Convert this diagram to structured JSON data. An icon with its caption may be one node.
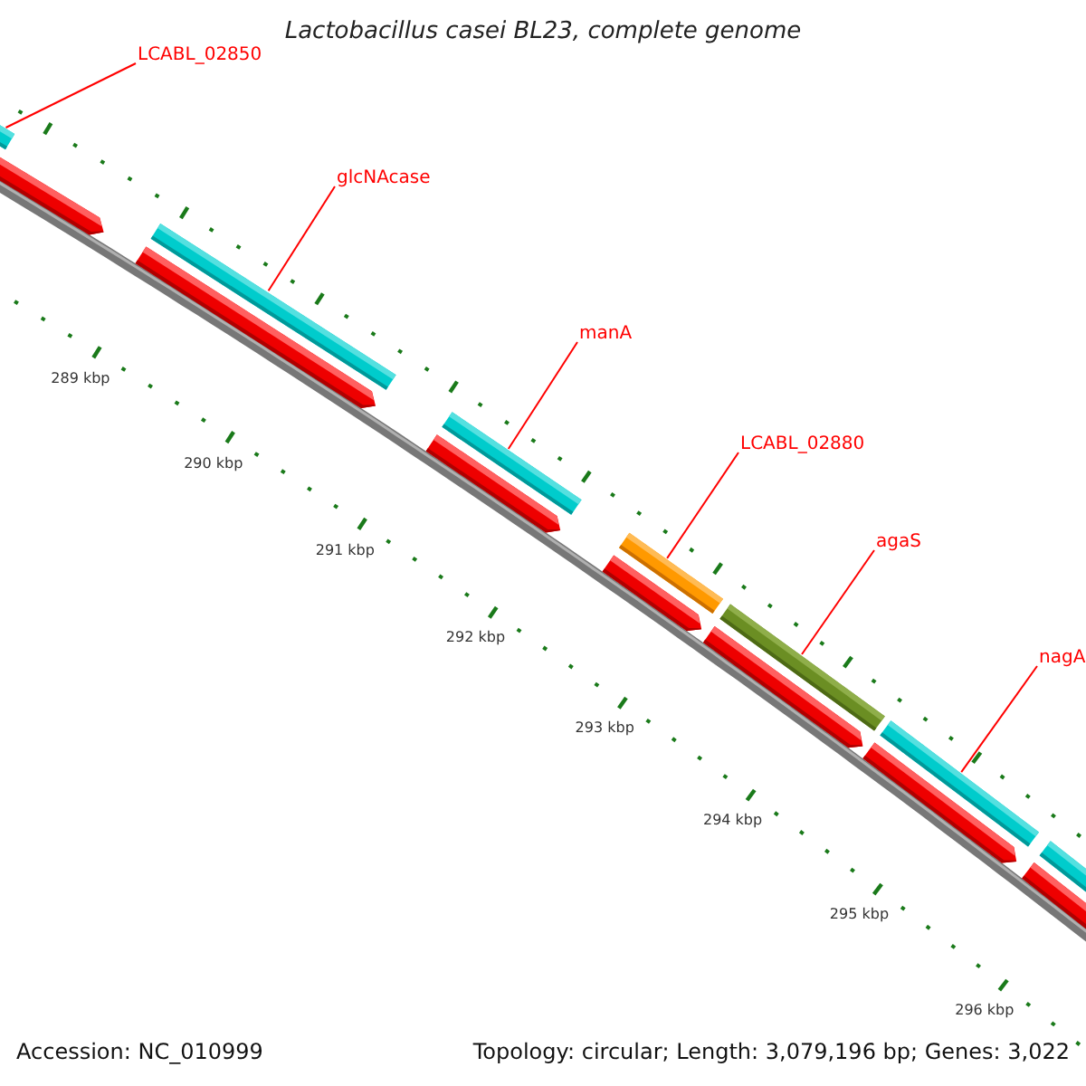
{
  "diagram": {
    "title": "Lactobacillus casei BL23, complete genome",
    "nodes": [
      {
        "text": [
          "LCABL_02850"
        ]
      },
      {
        "text": [],
        "shape": "bar"
      },
      {
        "text": [
          "glcNAcase"
        ]
      },
      {
        "text": [],
        "shape": "bar"
      },
      {
        "text": [
          "manA"
        ]
      },
      {
        "text": [],
        "shape": "bar"
      },
      {
        "text": [
          "LCABL_02880"
        ]
      },
      {
        "text": [],
        "shape": "bar"
      },
      {
        "text": [
          "agaS"
        ]
      },
      {
        "text": [],
        "shape": "bar"
      },
      {
        "text": [
          "nagA"
        ]
      },
      {
        "text": [],
        "shape": "bar"
      }
    ],
    "edges": [
      {
        "from": 0,
        "to": 1,
        "arrow": "none"
      },
      {
        "from": 2,
        "to": 3,
        "arrow": "none"
      },
      {
        "from": 4,
        "to": 5,
        "arrow": "none"
      },
      {
        "from": 6,
        "to": 7,
        "arrow": "none"
      },
      {
        "from": 8,
        "to": 9,
        "arrow": "none"
      },
      {
        "from": 10,
        "to": 11,
        "arrow": "none"
      }
    ],
    "labels": [
      "289 kbp",
      "290 kbp",
      "291 kbp",
      "292 kbp",
      "293 kbp",
      "294 kbp",
      "295 kbp",
      "296 kbp",
      "Accession: NC_010999",
      "Topology: circular; Length: 3,079,196 bp; Genes: 3,022"
    ]
  }
}
